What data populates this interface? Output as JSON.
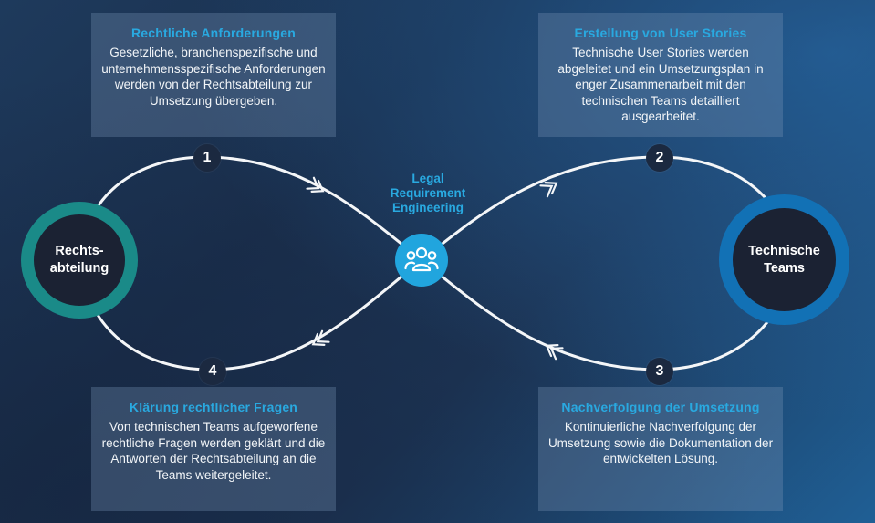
{
  "center": {
    "title": "Legal\nRequirement\nEngineering",
    "icon": "team-icon"
  },
  "nodes": {
    "left": {
      "label": "Rechts-\nabteilung",
      "ring_color": "#1a8a88"
    },
    "right": {
      "label": "Technische\nTeams",
      "ring_color": "#1271b5"
    }
  },
  "steps": [
    {
      "number": "1",
      "title": "Rechtliche Anforderungen",
      "text": "Gesetzliche, branchenspezifische und unternehmensspezifische Anforderungen werden von der Rechtsabteilung zur Umsetzung übergeben."
    },
    {
      "number": "2",
      "title": "Erstellung von User Stories",
      "text": "Technische User Stories werden abgeleitet und ein Umsetzungsplan in enger Zusammenarbeit mit den technischen Teams detailliert ausgearbeitet."
    },
    {
      "number": "3",
      "title": "Nachverfolgung der Umsetzung",
      "text": "Kontinuierliche Nachverfolgung der Umsetzung sowie die Dokumentation der entwickelten Lösung."
    },
    {
      "number": "4",
      "title": "Klärung rechtlicher Fragen",
      "text": "Von technischen Teams aufgeworfene rechtliche Fragen werden geklärt und die Antworten der Rechtsabteilung an die Teams weitergeleitet."
    }
  ],
  "colors": {
    "accent": "#29a9e0",
    "hub": "#21a5de",
    "badge": "#1b2940"
  }
}
